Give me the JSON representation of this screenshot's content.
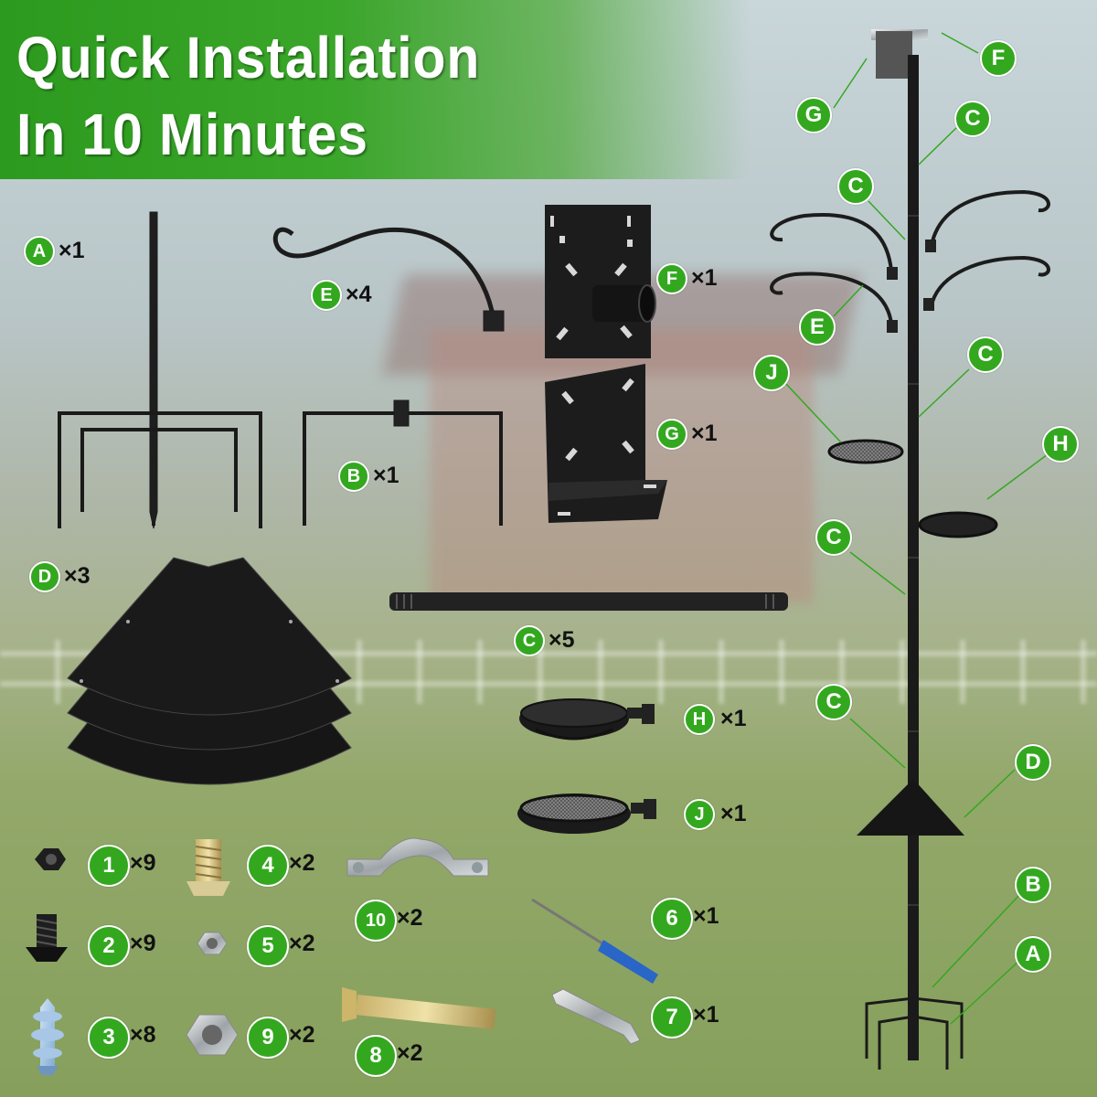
{
  "banner": {
    "line1": "Quick Installation",
    "line2": "In 10 Minutes",
    "color": "#33a81f"
  },
  "parts": [
    {
      "id": "A",
      "label": "A",
      "qty": "×1"
    },
    {
      "id": "E",
      "label": "E",
      "qty": "×4"
    },
    {
      "id": "F",
      "label": "F",
      "qty": "×1"
    },
    {
      "id": "G",
      "label": "G",
      "qty": "×1"
    },
    {
      "id": "B",
      "label": "B",
      "qty": "×1"
    },
    {
      "id": "D",
      "label": "D",
      "qty": "×3"
    },
    {
      "id": "C",
      "label": "C",
      "qty": "×5"
    },
    {
      "id": "H",
      "label": "H",
      "qty": "×1"
    },
    {
      "id": "J",
      "label": "J",
      "qty": "×1"
    }
  ],
  "hardware": [
    {
      "label": "1",
      "qty": "×9"
    },
    {
      "label": "2",
      "qty": "×9"
    },
    {
      "label": "3",
      "qty": "×8"
    },
    {
      "label": "4",
      "qty": "×2"
    },
    {
      "label": "5",
      "qty": "×2"
    },
    {
      "label": "9",
      "qty": "×2"
    },
    {
      "label": "10",
      "qty": "×2"
    },
    {
      "label": "8",
      "qty": "×2"
    },
    {
      "label": "6",
      "qty": "×1"
    },
    {
      "label": "7",
      "qty": "×1"
    }
  ],
  "assembly_labels": [
    "F",
    "G",
    "C",
    "C",
    "E",
    "J",
    "C",
    "H",
    "C",
    "C",
    "D",
    "B",
    "A"
  ]
}
